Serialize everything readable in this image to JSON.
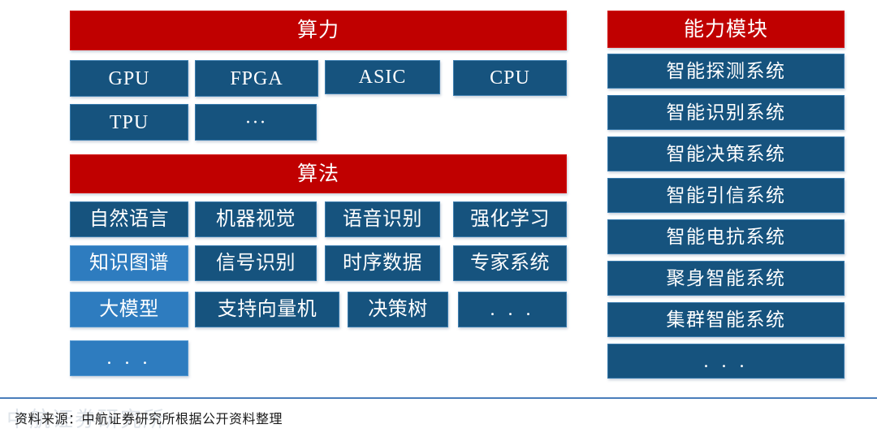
{
  "meta": {
    "colors": {
      "red_header": "#c00000",
      "dark_blue": "#16537e",
      "light_blue": "#2e7cbf",
      "rule_blue": "#4a7ebb",
      "text_white": "#ffffff"
    }
  },
  "left_column": {
    "compute": {
      "header": "算力",
      "rows": [
        [
          {
            "label": "GPU",
            "style": "dark"
          },
          {
            "label": "FPGA",
            "style": "dark"
          },
          {
            "label": "ASIC",
            "style": "dark"
          },
          {
            "label": "CPU",
            "style": "dark"
          }
        ],
        [
          {
            "label": "TPU",
            "style": "dark"
          },
          {
            "label": "···",
            "style": "dark"
          }
        ]
      ]
    },
    "algorithm": {
      "header": "算法",
      "rows": [
        [
          {
            "label": "自然语言",
            "style": "dark"
          },
          {
            "label": "机器视觉",
            "style": "dark"
          },
          {
            "label": "语音识别",
            "style": "dark"
          },
          {
            "label": "强化学习",
            "style": "dark"
          }
        ],
        [
          {
            "label": "知识图谱",
            "style": "light"
          },
          {
            "label": "信号识别",
            "style": "dark"
          },
          {
            "label": "时序数据",
            "style": "dark"
          },
          {
            "label": "专家系统",
            "style": "dark"
          }
        ],
        [
          {
            "label": "大模型",
            "style": "light"
          },
          {
            "label": "支持向量机",
            "style": "dark"
          },
          {
            "label": "决策树",
            "style": "dark"
          },
          {
            "label": ". . .",
            "style": "dark"
          }
        ],
        [
          {
            "label": ". . .",
            "style": "light"
          }
        ]
      ]
    }
  },
  "right_column": {
    "header": "能力模块",
    "items": [
      {
        "label": "智能探测系统"
      },
      {
        "label": "智能识别系统"
      },
      {
        "label": "智能决策系统"
      },
      {
        "label": "智能引信系统"
      },
      {
        "label": "智能电抗系统"
      },
      {
        "label": "聚身智能系统"
      },
      {
        "label": "集群智能系统"
      },
      {
        "label": ". . ."
      }
    ]
  },
  "footer": {
    "source_text": "资料来源：中航证券研究所根据公开资料整理",
    "watermark_text": "中航证券研究所"
  }
}
